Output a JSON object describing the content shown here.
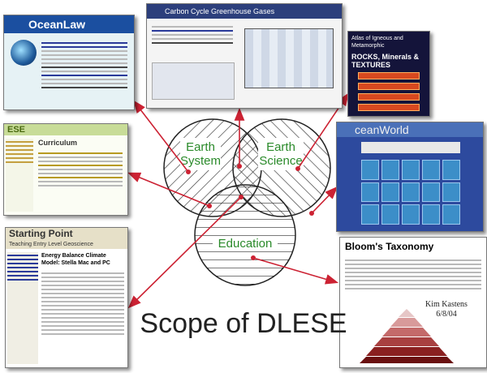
{
  "caption": "Scope of DLESE",
  "credit": {
    "author": "Kim Kastens",
    "date": "6/8/04"
  },
  "venn": {
    "sets": [
      {
        "id": "earth-system",
        "label_lines": [
          "Earth",
          "System"
        ],
        "color": "#2a8a2a"
      },
      {
        "id": "earth-science",
        "label_lines": [
          "Earth",
          "Science"
        ],
        "color": "#2a8a2a"
      },
      {
        "id": "education",
        "label_lines": [
          "Education"
        ],
        "color": "#2a8a2a"
      }
    ]
  },
  "arrow_color": "#cc2233",
  "thumbnails": {
    "oceanlaw": {
      "title": "OceanLaw"
    },
    "carbon": {
      "title": "Carbon Cycle Greenhouse Gases"
    },
    "atlas": {
      "title": "Atlas of Igneous and Metamorphic",
      "subtitle": "ROCKS, Minerals & TEXTURES"
    },
    "ese": {
      "title": "ESE",
      "heading": "Curriculum"
    },
    "oceanworld": {
      "title": "ceanWorld"
    },
    "starting": {
      "title": "Starting Point",
      "subtitle": "Teaching Entry Level Geoscience",
      "article": "Energy Balance Climate Model: Stella Mac and PC"
    },
    "bloom": {
      "title": "Bloom's Taxonomy"
    }
  }
}
